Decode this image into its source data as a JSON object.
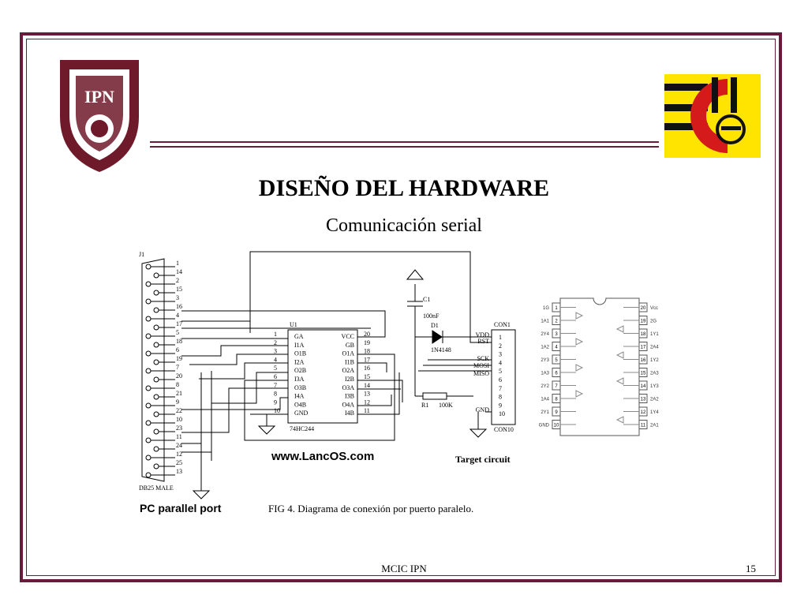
{
  "slide": {
    "title": "DISEÑO DEL HARDWARE",
    "subtitle": "Comunicación serial",
    "caption": "FIG 4. Diagrama de conexión por puerto paralelo.",
    "footer": "MCIC IPN",
    "page_number": "15",
    "logo_left_text": "IPN"
  },
  "schematic": {
    "connector_ref": "J1",
    "connector_name": "DB25 MALE",
    "connector_pins": [
      "1",
      "14",
      "2",
      "15",
      "3",
      "16",
      "4",
      "17",
      "5",
      "18",
      "6",
      "19",
      "7",
      "20",
      "8",
      "21",
      "9",
      "22",
      "10",
      "23",
      "11",
      "24",
      "12",
      "25",
      "13"
    ],
    "port_label": "PC parallel port",
    "ic_ref": "U1",
    "ic_name": "74HC244",
    "ic_left_pins": [
      "1",
      "2",
      "3",
      "4",
      "5",
      "6",
      "7",
      "8",
      "9",
      "10"
    ],
    "ic_left_names": [
      "GA",
      "I1A",
      "O1B",
      "I2A",
      "O2B",
      "I3A",
      "O3B",
      "I4A",
      "O4B",
      "GND"
    ],
    "ic_right_pins": [
      "20",
      "19",
      "18",
      "17",
      "16",
      "15",
      "14",
      "13",
      "12",
      "11"
    ],
    "ic_right_names": [
      "VCC",
      "GB",
      "O1A",
      "I1B",
      "O2A",
      "I2B",
      "O3A",
      "I3B",
      "O4A",
      "I4B"
    ],
    "cap_ref": "C1",
    "cap_value": "100nF",
    "diode_ref": "D1",
    "diode_value": "1N4148",
    "res_ref": "R1",
    "res_value": "100K",
    "con_ref": "CON1",
    "con_name": "CON10",
    "con_pins": [
      "1",
      "2",
      "3",
      "4",
      "5",
      "6",
      "7",
      "8",
      "9",
      "10"
    ],
    "con_signals": [
      "VDD",
      "RST",
      "SCK",
      "MOSI",
      "MISO",
      "GND"
    ],
    "target_label": "Target circuit",
    "watermark": "www.LancOS.com"
  },
  "pinout": {
    "left_pins": [
      "1",
      "2",
      "3",
      "4",
      "5",
      "6",
      "7",
      "8",
      "9",
      "10"
    ],
    "left_names": [
      "1G",
      "1A1",
      "2Y4",
      "1A2",
      "2Y3",
      "1A3",
      "2Y2",
      "1A4",
      "2Y1",
      "GND"
    ],
    "right_pins": [
      "20",
      "19",
      "18",
      "17",
      "16",
      "15",
      "14",
      "13",
      "12",
      "11"
    ],
    "right_names": [
      "Vcc",
      "2G",
      "1Y1",
      "2A4",
      "1Y2",
      "2A3",
      "1Y3",
      "2A2",
      "1Y4",
      "2A1"
    ]
  },
  "colors": {
    "frame": "#6a1a3a",
    "logo_maroon": "#6e1a2a",
    "logo_yellow": "#ffe400",
    "logo_red": "#d41a1a"
  }
}
